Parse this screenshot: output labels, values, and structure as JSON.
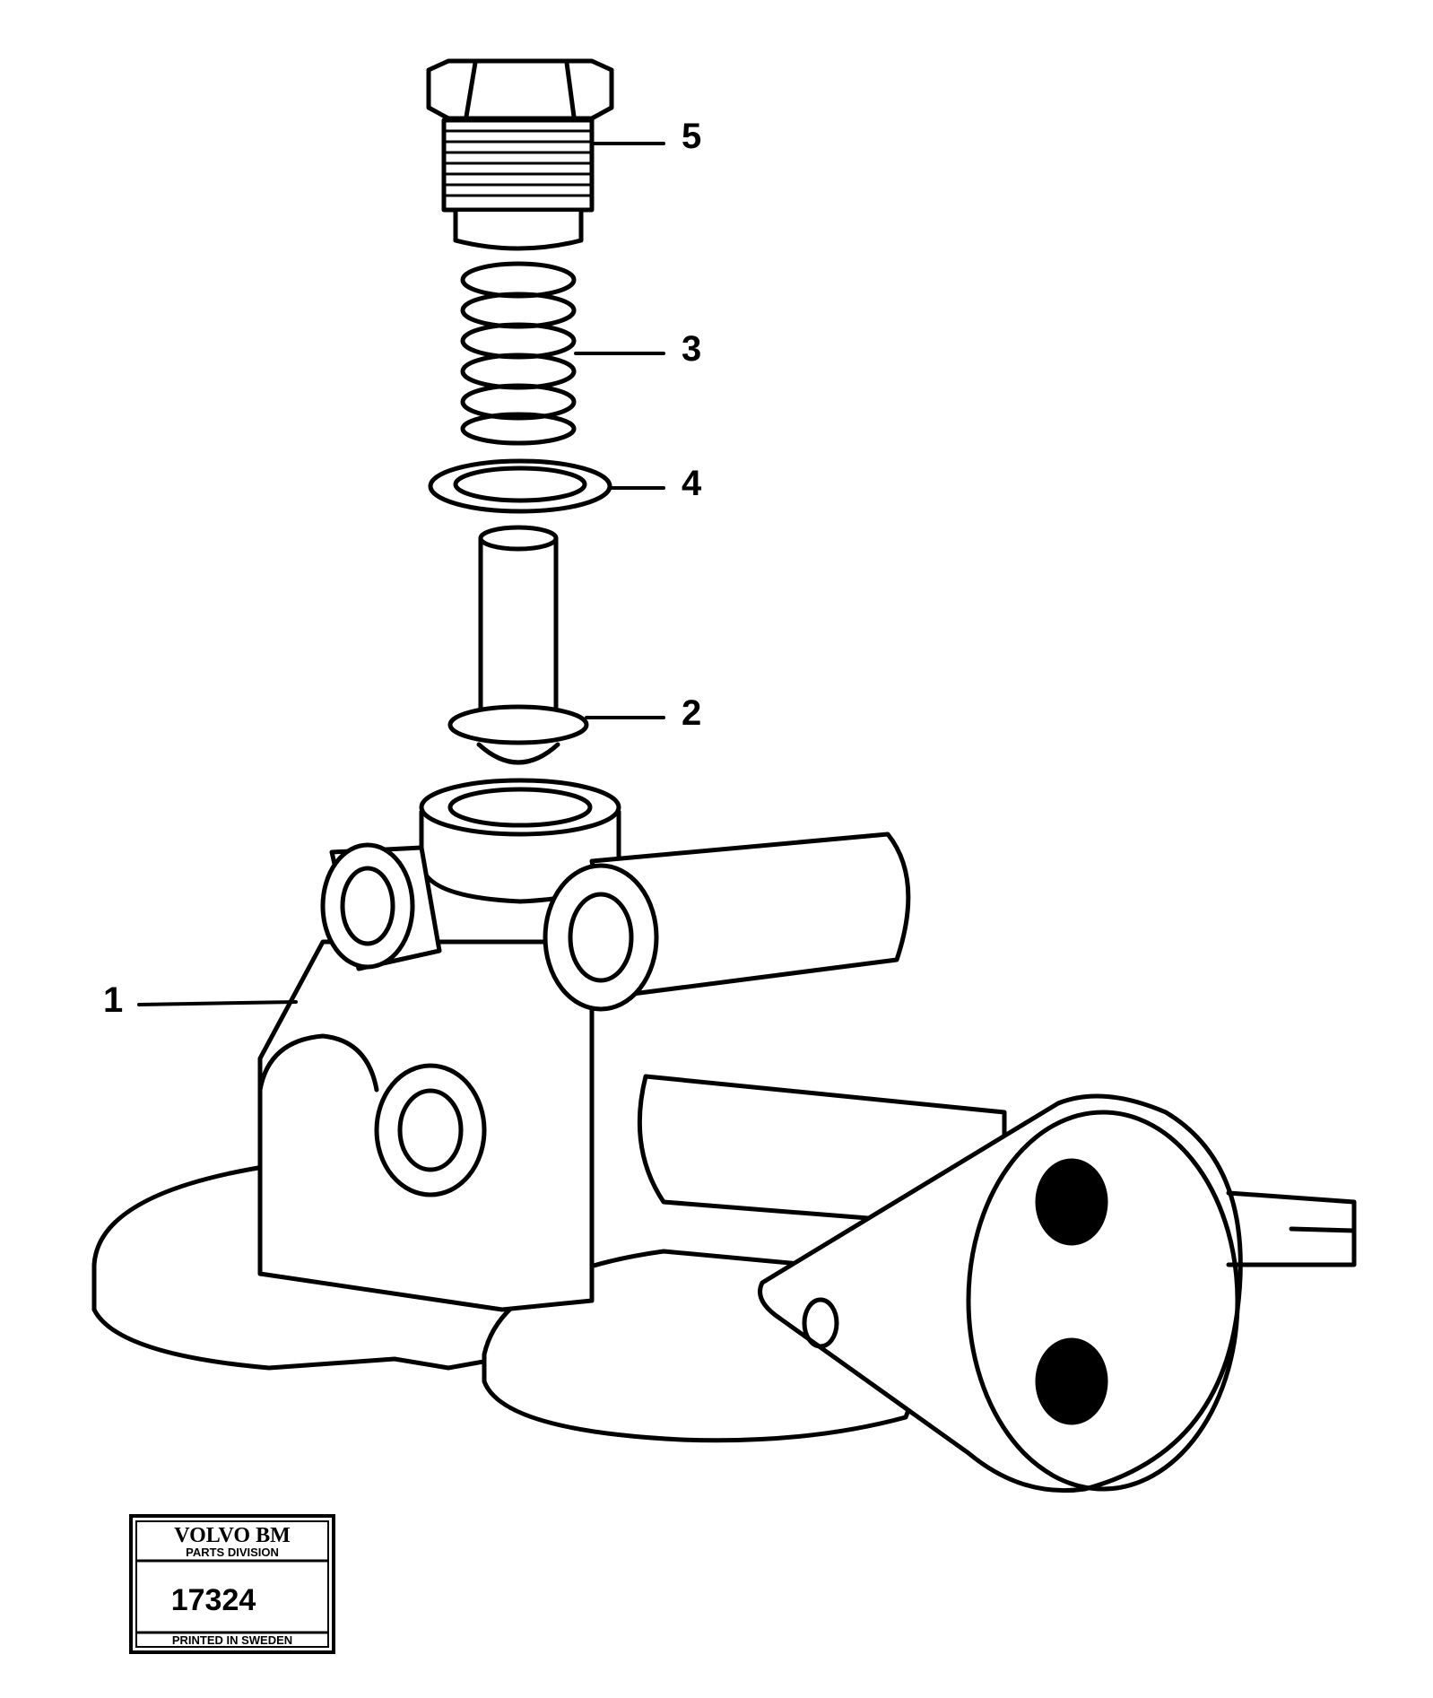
{
  "callouts": [
    {
      "id": "1",
      "label": "1"
    },
    {
      "id": "2",
      "label": "2"
    },
    {
      "id": "3",
      "label": "3"
    },
    {
      "id": "4",
      "label": "4"
    },
    {
      "id": "5",
      "label": "5"
    }
  ],
  "stamp": {
    "brand": "VOLVO BM",
    "division": "PARTS DIVISION",
    "number": "17324",
    "printed": "PRINTED IN SWEDEN"
  }
}
